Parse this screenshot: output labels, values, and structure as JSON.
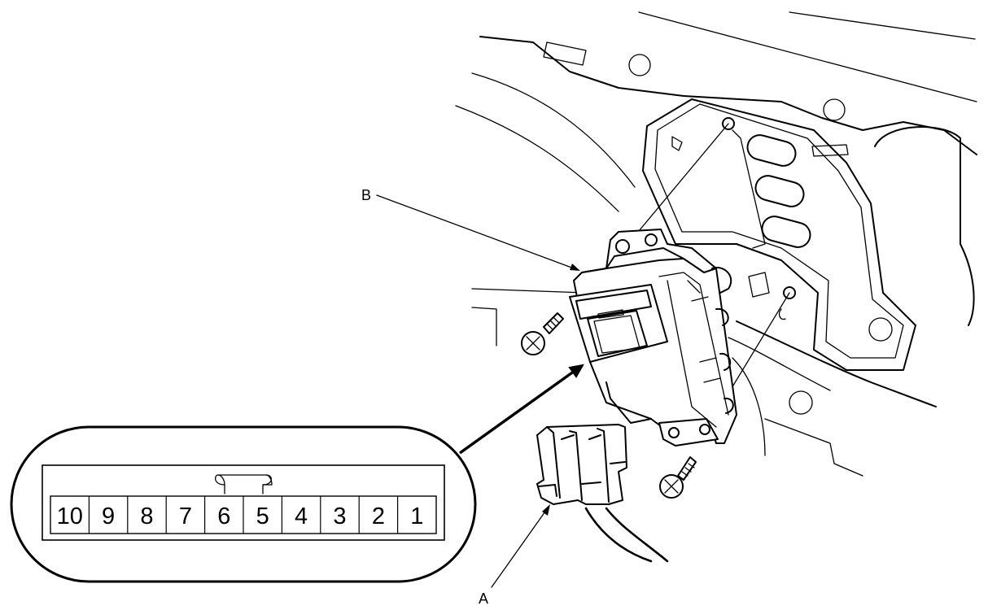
{
  "callouts": {
    "a": "A",
    "b": "B"
  },
  "connector_view": {
    "pins": [
      "10",
      "9",
      "8",
      "7",
      "6",
      "5",
      "4",
      "3",
      "2",
      "1"
    ]
  }
}
